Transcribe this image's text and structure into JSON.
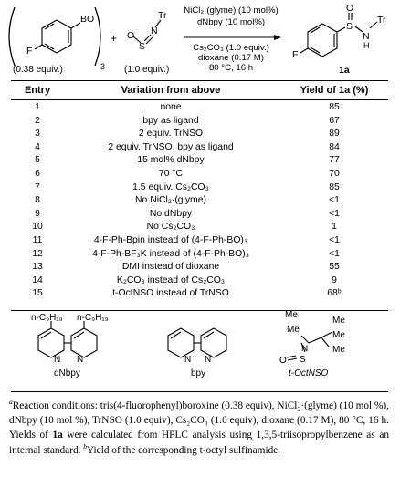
{
  "scheme": {
    "reactant1_note": "(0.38 equiv.)",
    "reactant2_note": "(1.0 equiv.)",
    "subscript3": "3",
    "fluoro": "F",
    "boron": "BO",
    "tr": "Tr",
    "s": "S",
    "o": "O",
    "n": "N",
    "plus": "+",
    "conditions_above": [
      "NiCl₂·(glyme) (10 mol%)",
      "dNbpy (10 mol%)"
    ],
    "conditions_below": [
      "Cs₂CO₃ (1.0 equiv.)",
      "dioxane (0.17 M)",
      "80 °C, 16 h"
    ],
    "product_label": "1a",
    "product_h": "H"
  },
  "table": {
    "headers": [
      "Entry",
      "Variation from above",
      "Yield of 1a (%)"
    ],
    "rows": [
      {
        "entry": "1",
        "variation": "none",
        "yield": "85"
      },
      {
        "entry": "2",
        "variation": "bpy as ligand",
        "yield": "67"
      },
      {
        "entry": "3",
        "variation": "2 equiv. TrNSO",
        "yield": "89"
      },
      {
        "entry": "4",
        "variation": "2 equiv. TrNSO, bpy as ligand",
        "yield": "84"
      },
      {
        "entry": "5",
        "variation": "15 mol% dNbpy",
        "yield": "77"
      },
      {
        "entry": "6",
        "variation": "70 °C",
        "yield": "70"
      },
      {
        "entry": "7",
        "variation": "1.5 equiv. Cs₂CO₃",
        "yield": "85"
      },
      {
        "entry": "8",
        "variation": "No NiCl₂·(glyme)",
        "yield": "<1"
      },
      {
        "entry": "9",
        "variation": "No dNbpy",
        "yield": "<1"
      },
      {
        "entry": "10",
        "variation": "No Cs₂CO₃",
        "yield": "1"
      },
      {
        "entry": "11",
        "variation": "4-F-Ph-Bpin instead of (4-F-Ph-BO)₃",
        "yield": "<1"
      },
      {
        "entry": "12",
        "variation": "4-F-Ph-BF₃K instead of (4-F-Ph-BO)₃",
        "yield": "<1"
      },
      {
        "entry": "13",
        "variation": "DMI instead of dioxane",
        "yield": "55"
      },
      {
        "entry": "14",
        "variation": "K₂CO₃ instead of Cs₂CO₃",
        "yield": "9"
      },
      {
        "entry": "15",
        "variation": "t-OctNSO instead of TrNSO",
        "yield": "68ᵇ"
      }
    ]
  },
  "ligands": {
    "dnbpy_label": "dNbpy",
    "bpy_label": "bpy",
    "toct_label": "t-OctNSO",
    "nonyl": "n-C₉H₁₉",
    "n": "N",
    "me": "Me",
    "s": "S",
    "o": "O"
  },
  "footnote": {
    "a_mark": "a",
    "a_text": "Reaction conditions: tris(4-fluorophenyl)boroxine (0.38 equiv), NiCl₂·(glyme) (10 mol %), dNbpy (10 mol %), TrNSO (1.0 equiv), Cs₂CO₃ (1.0 equiv), dioxane (0.17 M), 80 °C, 16 h. Yields of",
    "bold_1a": "1a",
    "a_text2": "were calculated from HPLC analysis using 1,3,5-triisopropylbenzene as an internal standard.",
    "b_mark": "b",
    "b_text": "Yield of the corresponding t-octyl sulfinamide."
  }
}
